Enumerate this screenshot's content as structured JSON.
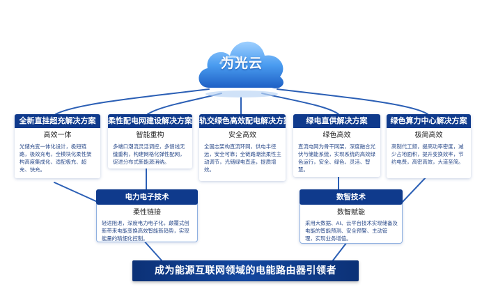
{
  "cloud": {
    "title": "为光云"
  },
  "solutions": [
    {
      "title": "全新直挂超充解决方案",
      "subtitle": "高效一体",
      "body": "光储充变一体化设计，极短链路，极效充电，全模块化柔性架构高度集成化、适配极充、超充、快充。"
    },
    {
      "title": "柔性配电网建设解决方案",
      "subtitle": "智能重构",
      "body": "多端口潮流灵活调控，多馈线无缝重构，构建网格化弹性配网，促进分布式新能源消纳。"
    },
    {
      "title": "轨交绿色高效配电解决方案",
      "subtitle": "安全高效",
      "body": "全国志架构直流环网，供电半径远，安全可靠；全链路潮流柔性主动调节，光储绿电直连，提质增效。"
    },
    {
      "title": "绿电直供解决方案",
      "subtitle": "绿色高效",
      "body": "直流电网为骨干网架，深度融合光伏与储能系统，实现系统的高效绿色运行，安全、绿色、灵活、智慧。"
    },
    {
      "title": "绿色算力中心解决方案",
      "subtitle": "极简高效",
      "body": "高制代工频，提高功率密度，减少占地面积，提升变换效率，节约电费，高密高效，大道至简。"
    }
  ],
  "technologies": [
    {
      "title": "电力电子技术",
      "subtitle": "柔性链接",
      "body": "轻进阻退，深度电力电子化，颠覆式创新带来电能变换高效智能新趋势，实现能量的精细化控制。"
    },
    {
      "title": "数智技术",
      "subtitle": "数智赋能",
      "body": "采用大数据、AI、云平台技术实现储备及电能的智能预测、安全预警、主动管理，实现业务增值。"
    }
  ],
  "banner": {
    "text": "成为能源互联网领域的电能路由器引领者"
  },
  "colors": {
    "header": "#0f3a8c",
    "cloud": "#3a8ce6",
    "line": "#2b5fb5"
  }
}
